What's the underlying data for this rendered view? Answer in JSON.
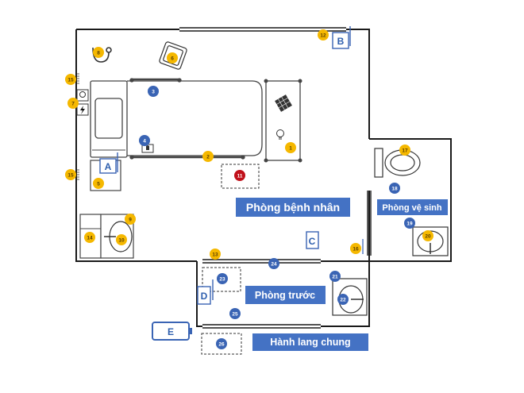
{
  "rooms": {
    "patient": "Phòng bệnh nhân",
    "bathroom": "Phòng vệ sinh",
    "anteroom": "Phòng trước",
    "corridor": "Hành lang chung"
  },
  "zones": {
    "a": "A",
    "b": "B",
    "c": "C",
    "d": "D",
    "e": "E"
  },
  "markers": {
    "m1": "1",
    "m2": "2",
    "m3": "3",
    "m4": "4",
    "m5": "5",
    "m6": "6",
    "m7": "7",
    "m8": "8",
    "m9": "9",
    "m10": "10",
    "m11": "11",
    "m12": "12",
    "m13": "13",
    "m14": "14",
    "m15a": "15",
    "m15b": "15",
    "m16": "16",
    "m17": "17",
    "m18": "18",
    "m19": "19",
    "m20": "20",
    "m21": "21",
    "m22": "22",
    "m23": "23",
    "m24": "24",
    "m25": "25",
    "m26": "26"
  },
  "colors": {
    "wall": "#1a1a1a",
    "yellow_marker": "#f5b800",
    "blue_marker": "#3a64b4",
    "red_marker": "#c0101a",
    "label_fill": "#4472c4",
    "furniture_stroke": "#444444",
    "door": "#5a7fc4"
  },
  "icons": [
    "stethoscope-icon",
    "lightbulb-icon",
    "power-socket-icon",
    "hand-gel-dispenser-icon",
    "sink-icon",
    "toilet-icon",
    "chair-icon",
    "tablet-icon",
    "battery-icon"
  ]
}
